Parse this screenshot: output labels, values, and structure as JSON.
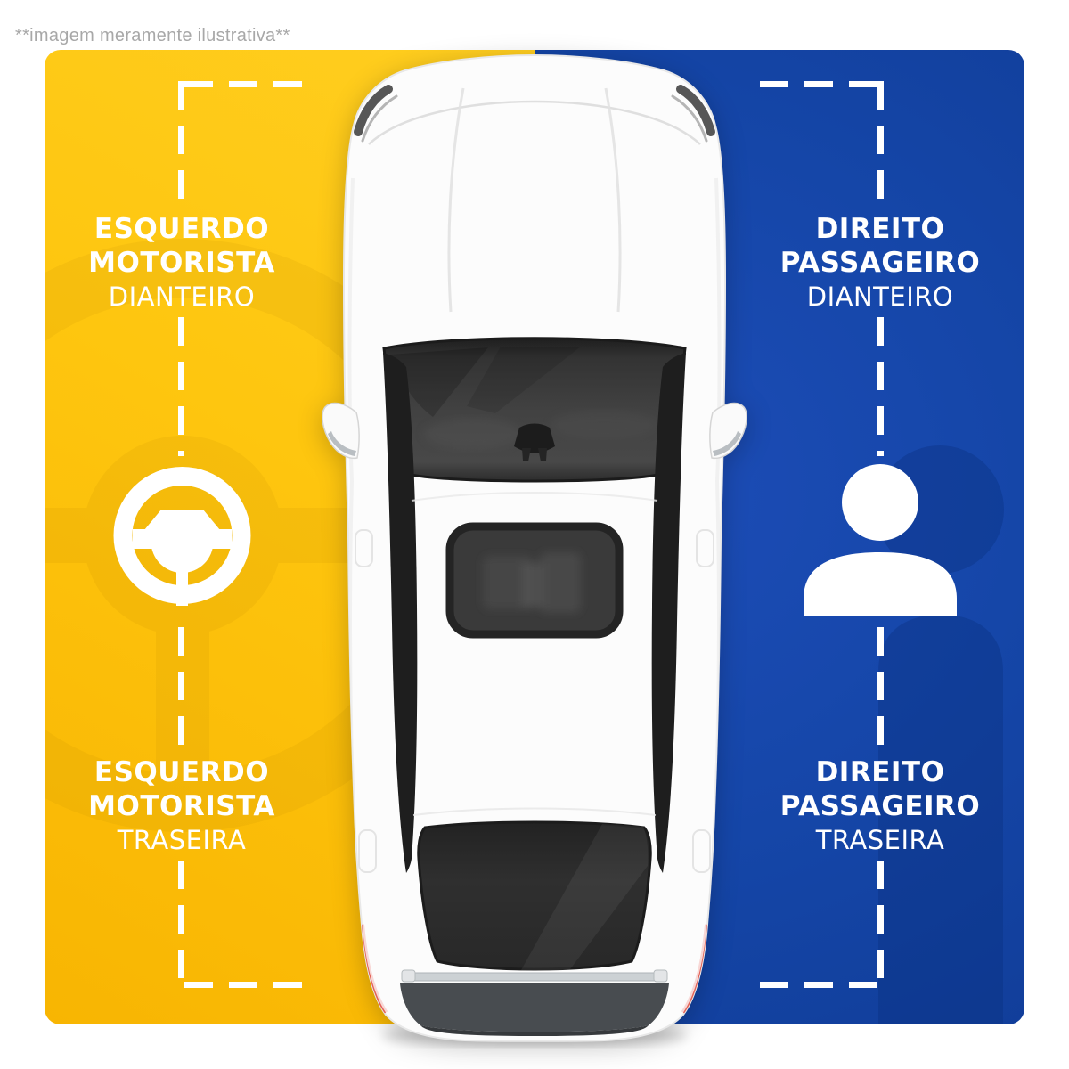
{
  "disclaimer": "**imagem meramente ilustrativa**",
  "quadrants": {
    "front_left": {
      "line1": "ESQUERDO",
      "line2": "MOTORISTA",
      "line3": "DIANTEIRO"
    },
    "front_right": {
      "line1": "DIREITO",
      "line2": "PASSAGEIRO",
      "line3": "DIANTEIRO"
    },
    "rear_left": {
      "line1": "ESQUERDO",
      "line2": "MOTORISTA",
      "line3": "TRASEIRA"
    },
    "rear_right": {
      "line1": "DIREITO",
      "line2": "PASSAGEIRO",
      "line3": "TRASEIRA"
    }
  },
  "colors": {
    "panel_yellow": "#FEC60F",
    "panel_blue": "#1444A4",
    "label_text": "#FFFFFF",
    "disclaimer_gray": "#A8A8A8"
  },
  "icons": {
    "driver": "steering-wheel-icon",
    "passenger": "passenger-icon"
  }
}
